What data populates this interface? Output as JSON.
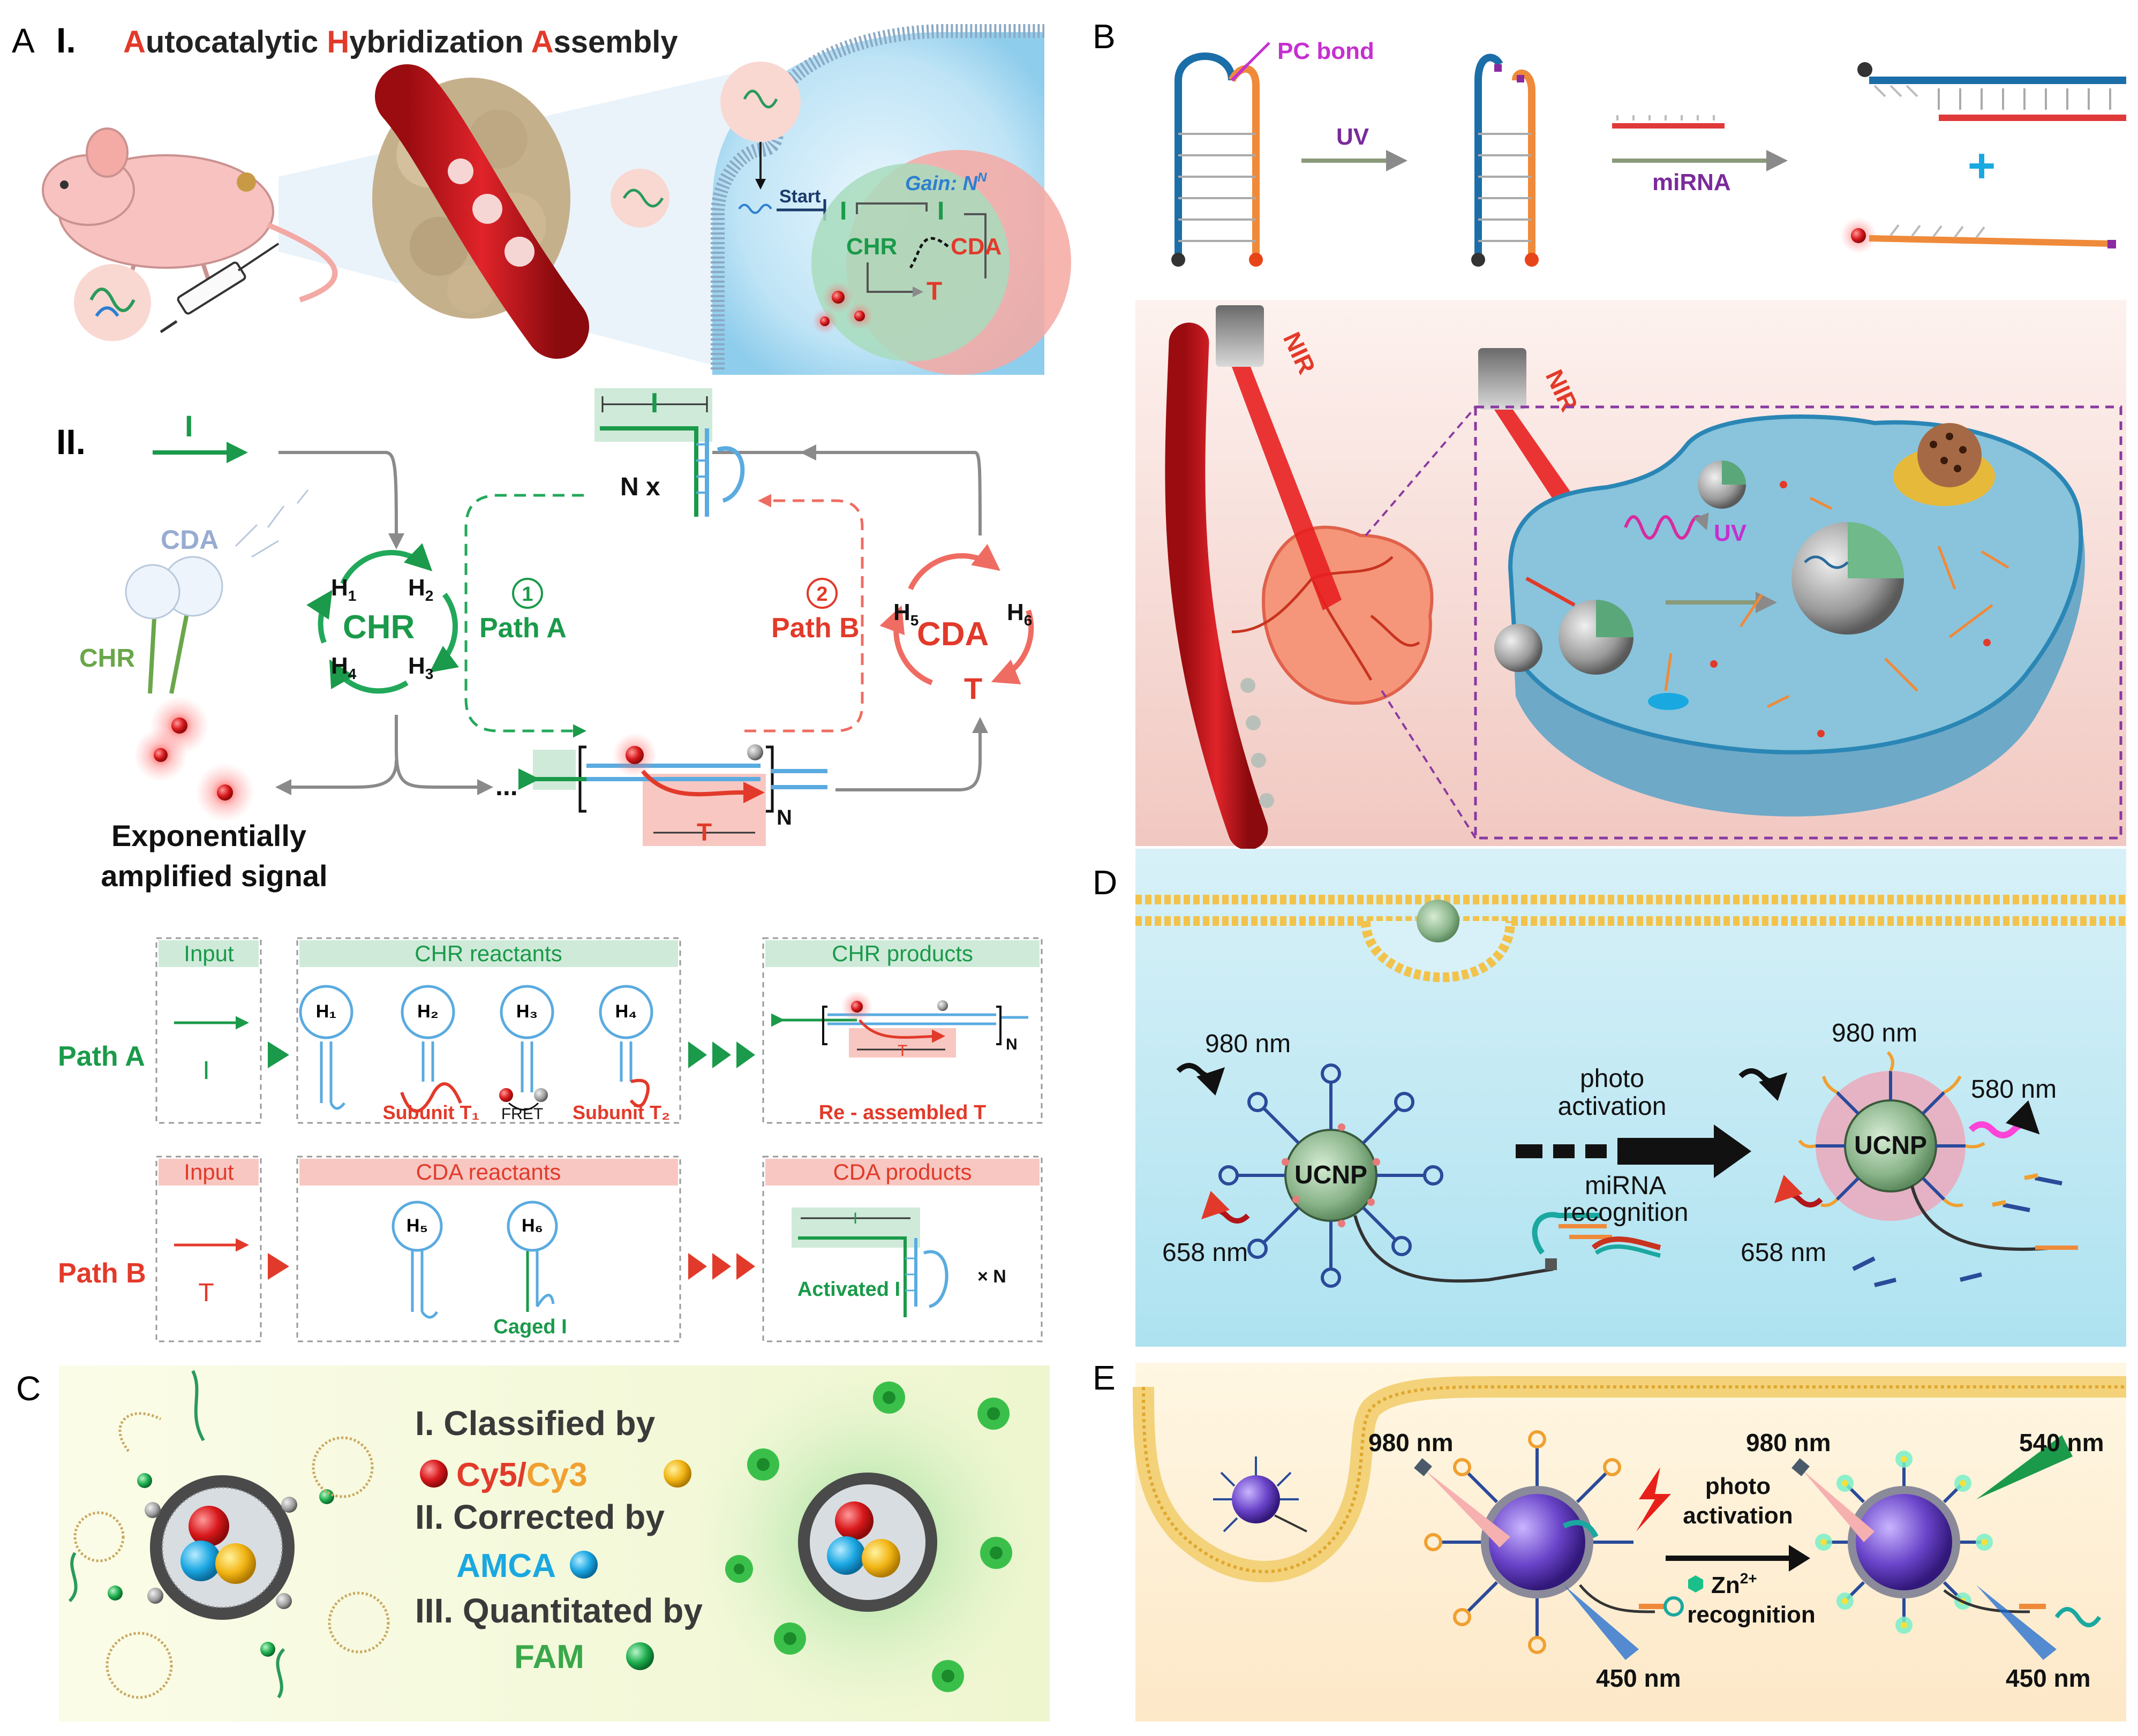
{
  "colors": {
    "green": "#1a9a4a",
    "red": "#e23a2a",
    "blue": "#2e7fd0",
    "purple": "#8a2aa0",
    "grey": "#8a8a8a",
    "membrane": "#f2c24a",
    "cyan": "#1aa8e0"
  },
  "panel_a": {
    "letter": "A",
    "section1": {
      "numeral": "I.",
      "title_parts": [
        {
          "t": "A",
          "c": "red"
        },
        {
          "t": "utocatalytic ",
          "c": "dark"
        },
        {
          "t": "H",
          "c": "red"
        },
        {
          "t": "ybridization ",
          "c": "dark"
        },
        {
          "t": "A",
          "c": "red"
        },
        {
          "t": "ssembly",
          "c": "dark"
        }
      ],
      "start": "Start",
      "gain": "Gain: N",
      "gain_sup": "N",
      "I_left": "I",
      "I_right": "I",
      "chr": "CHR",
      "cda": "CDA",
      "T": "T"
    },
    "section2": {
      "numeral": "II.",
      "I": "I",
      "cda": "CDA",
      "chr_plant": "CHR",
      "chr_cycle": "CHR",
      "H1": "H",
      "H1s": "1",
      "H2": "H",
      "H2s": "2",
      "H3": "H",
      "H3s": "3",
      "H4": "H",
      "H4s": "4",
      "H5": "H",
      "H5s": "5",
      "H6": "H",
      "H6s": "6",
      "cda_cycle": "CDA",
      "T_cycle": "T",
      "path_a_num": "1",
      "path_a": "Path A",
      "path_b_num": "2",
      "path_b": "Path B",
      "nx": "N x",
      "I_top": "I",
      "T_bottom": "T",
      "N_bottom": "N",
      "dots": "...",
      "signal_1": "Exponentially",
      "signal_2": "amplified signal"
    },
    "table": {
      "row_a_label": "Path A",
      "row_b_label": "Path B",
      "input_a": "Input",
      "input_b": "Input",
      "I": "I",
      "T": "T",
      "chr_reactants": "CHR reactants",
      "chr_products": "CHR products",
      "cda_reactants": "CDA reactants",
      "cda_products": "CDA products",
      "H1": "H₁",
      "H2": "H₂",
      "H3": "H₃",
      "H4": "H₄",
      "H5": "H₅",
      "H6": "H₆",
      "subunit_t1": "Subunit T₁",
      "subunit_t2": "Subunit T₂",
      "fret": "FRET",
      "reassembled": "Re - assembled T",
      "caged": "Caged I",
      "activated": "Activated I",
      "xN": "× N",
      "T_small": "T",
      "I_small": "I",
      "N_small": "N"
    }
  },
  "panel_b": {
    "letter": "B",
    "pc_bond": "PC bond",
    "uv_arrow": "UV",
    "mirna": "miRNA",
    "plus": "+",
    "nir_1": "NIR",
    "nir_2": "NIR",
    "uv_cell": "UV"
  },
  "panel_c": {
    "letter": "C",
    "line1": "I. Classified by",
    "cy5": "Cy5/",
    "cy3": "Cy3",
    "line2": "II. Corrected by",
    "amca": "AMCA",
    "line3": "III. Quantitated by",
    "fam": "FAM"
  },
  "panel_d": {
    "letter": "D",
    "nm980_left": "980 nm",
    "nm980_right": "980 nm",
    "nm658_left": "658 nm",
    "nm658_right": "658 nm",
    "nm580": "580 nm",
    "ucnp_left": "UCNP",
    "ucnp_right": "UCNP",
    "photo": "photo",
    "activation": "activation",
    "mirna": "miRNA",
    "recognition": "recognition"
  },
  "panel_e": {
    "letter": "E",
    "nm980_left": "980 nm",
    "nm980_right": "980 nm",
    "nm540": "540 nm",
    "nm450_left": "450 nm",
    "nm450_right": "450 nm",
    "photo": "photo",
    "activation": "activation",
    "zn": "Zn",
    "zn_sup": "2+",
    "recognition": "recognition"
  }
}
